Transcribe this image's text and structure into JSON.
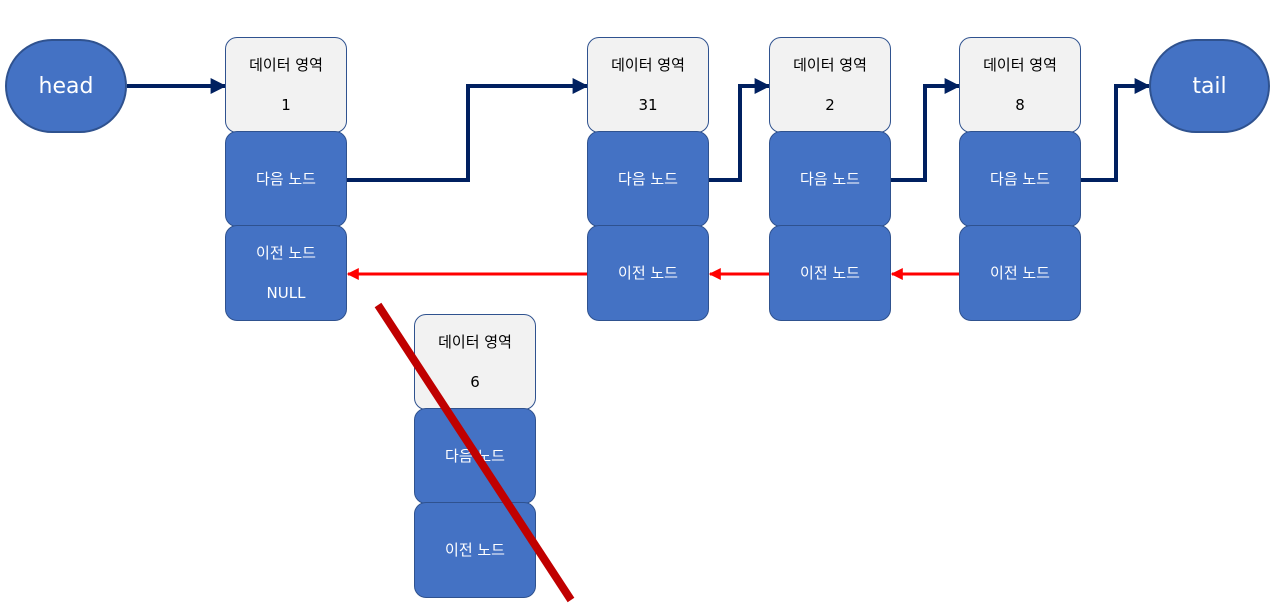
{
  "head_label": "head",
  "tail_label": "tail",
  "colors": {
    "node_fill": "#4472C4",
    "node_border": "#2F528F",
    "data_fill": "#F2F2F2",
    "next_arrow": "#002060",
    "prev_arrow": "#FF0000",
    "strike": "#C00000"
  },
  "nodes": [
    {
      "data_label": "데이터 영역",
      "value": "1",
      "next_label": "다음 노드",
      "prev_label": "이전 노드",
      "prev_value": "NULL"
    },
    {
      "data_label": "데이터 영역",
      "value": "31",
      "next_label": "다음 노드",
      "prev_label": "이전 노드",
      "prev_value": ""
    },
    {
      "data_label": "데이터 영역",
      "value": "2",
      "next_label": "다음 노드",
      "prev_label": "이전 노드",
      "prev_value": ""
    },
    {
      "data_label": "데이터 영역",
      "value": "8",
      "next_label": "다음 노드",
      "prev_label": "이전 노드",
      "prev_value": ""
    }
  ],
  "removed_node": {
    "data_label": "데이터 영역",
    "value": "6",
    "next_label": "다음 노드",
    "prev_label": "이전 노드"
  }
}
